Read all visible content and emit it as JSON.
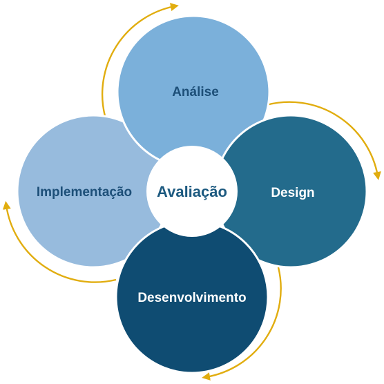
{
  "diagram": {
    "center": {
      "label": "Avaliação",
      "text_color": "#1d5a80",
      "fill": "#ffffff"
    },
    "phases": [
      {
        "key": "analise",
        "label": "Análise",
        "fill": "#7bb0da",
        "text_color": "#1d4f78"
      },
      {
        "key": "design",
        "label": "Design",
        "fill": "#236b8c",
        "text_color": "#ffffff"
      },
      {
        "key": "desenvolvimento",
        "label": "Desenvolvimento",
        "fill": "#0f4c72",
        "text_color": "#ffffff"
      },
      {
        "key": "implementacao",
        "label": "Implementação",
        "fill": "#97bbdd",
        "text_color": "#1d4f78"
      }
    ],
    "arrow_color": "#e1ad0f"
  }
}
